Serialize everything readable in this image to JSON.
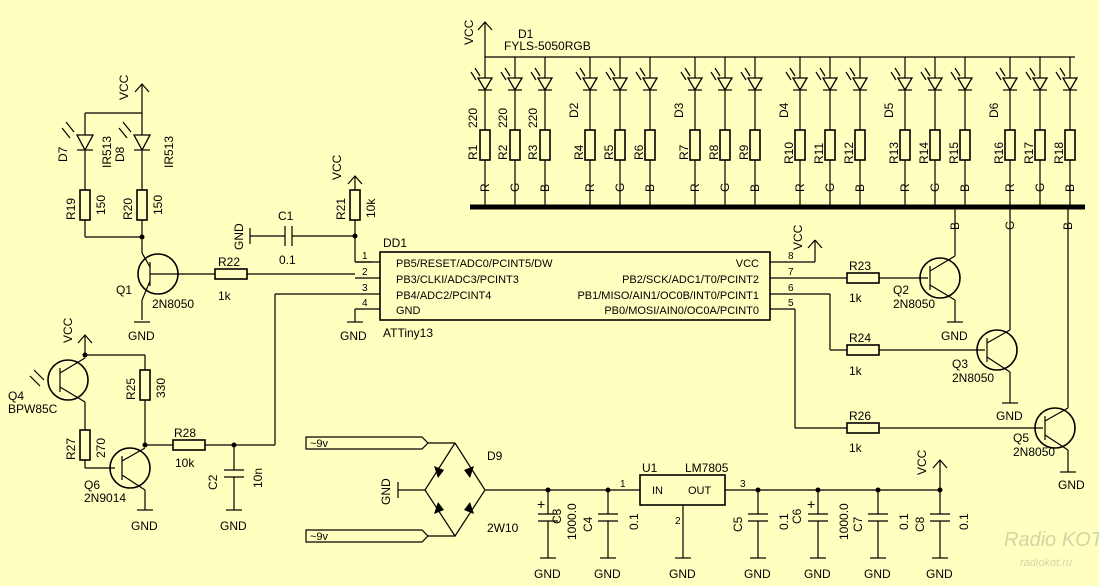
{
  "colors": {
    "background": "#FFFFC0",
    "ink": "#000000"
  },
  "power": {
    "vcc": "VCC",
    "gnd": "GND"
  },
  "ac": {
    "in1": "~9v",
    "in2": "~9v"
  },
  "rgb_group": {
    "ref": "D1",
    "part": "FYLS-5050RGB"
  },
  "diodes": {
    "d2": "D2",
    "d3": "D3",
    "d4": "D4",
    "d5": "D5",
    "d6": "D6"
  },
  "bus_letters": [
    "R",
    "G",
    "B",
    "R",
    "G",
    "B",
    "R",
    "G",
    "B",
    "R",
    "G",
    "B",
    "R",
    "G",
    "B",
    "R",
    "G",
    "B"
  ],
  "resistors": {
    "r1": {
      "ref": "R1",
      "value": "220"
    },
    "r2": {
      "ref": "R2",
      "value": "220"
    },
    "r3": {
      "ref": "R3",
      "value": "220"
    },
    "r4": {
      "ref": "R4"
    },
    "r5": {
      "ref": "R5"
    },
    "r6": {
      "ref": "R6"
    },
    "r7": {
      "ref": "R7"
    },
    "r8": {
      "ref": "R8"
    },
    "r9": {
      "ref": "R9"
    },
    "r10": {
      "ref": "R10"
    },
    "r11": {
      "ref": "R11"
    },
    "r12": {
      "ref": "R12"
    },
    "r13": {
      "ref": "R13"
    },
    "r14": {
      "ref": "R14"
    },
    "r15": {
      "ref": "R15"
    },
    "r16": {
      "ref": "R16"
    },
    "r17": {
      "ref": "R17"
    },
    "r18": {
      "ref": "R18"
    },
    "r19": {
      "ref": "R19",
      "value": "150"
    },
    "r20": {
      "ref": "R20",
      "value": "150"
    },
    "r21": {
      "ref": "R21",
      "value": "10k"
    },
    "r22": {
      "ref": "R22",
      "value": "1k"
    },
    "r23": {
      "ref": "R23",
      "value": "1k"
    },
    "r24": {
      "ref": "R24",
      "value": "1k"
    },
    "r25": {
      "ref": "R25",
      "value": "330"
    },
    "r26": {
      "ref": "R26",
      "value": "1k"
    },
    "r27": {
      "ref": "R27",
      "value": "270"
    },
    "r28": {
      "ref": "R28",
      "value": "10k"
    }
  },
  "ir_leds": {
    "d7": {
      "ref": "D7",
      "part": "IR513"
    },
    "d8": {
      "ref": "D8",
      "part": "IR513"
    }
  },
  "caps": {
    "c1": {
      "ref": "C1",
      "value": "0.1"
    },
    "c2": {
      "ref": "C2",
      "value": "10n"
    },
    "c3": {
      "ref": "C3",
      "value": "1000.0"
    },
    "c4": {
      "ref": "C4",
      "value": "0.1"
    },
    "c5": {
      "ref": "C5",
      "value": "0.1"
    },
    "c6": {
      "ref": "C6",
      "value": "1000.0"
    },
    "c7": {
      "ref": "C7",
      "value": "0.1"
    },
    "c8": {
      "ref": "C8",
      "value": "0.1"
    }
  },
  "transistors": {
    "q1": {
      "ref": "Q1",
      "part": "2N8050"
    },
    "q2": {
      "ref": "Q2",
      "part": "2N8050"
    },
    "q3": {
      "ref": "Q3",
      "part": "2N8050"
    },
    "q4": {
      "ref": "Q4",
      "part": "BPW85C"
    },
    "q5": {
      "ref": "Q5",
      "part": "2N8050"
    },
    "q6": {
      "ref": "Q6",
      "part": "2N9014"
    }
  },
  "mcu": {
    "ref": "DD1",
    "part": "ATTiny13",
    "pins_left": [
      "PB5/RESET/ADC0/PCINT5/DW",
      "PB3/CLKI/ADC3/PCINT3",
      "PB4/ADC2/PCINT4",
      "GND"
    ],
    "pins_right": [
      "VCC",
      "PB2/SCK/ADC1/T0/PCINT2",
      "PB1/MISO/AIN1/OC0B/INT0/PCINT1",
      "PB0/MOSI/AIN0/OC0A/PCINT0"
    ],
    "pin_numbers": [
      "1",
      "2",
      "3",
      "4",
      "8",
      "7",
      "6",
      "5"
    ]
  },
  "regulator": {
    "ref": "U1",
    "part": "LM7805",
    "in": "IN",
    "out": "OUT",
    "pin_in": "1",
    "pin_gnd": "2",
    "pin_out": "3"
  },
  "bridge": {
    "ref": "D9",
    "part": "2W10"
  },
  "watermark": {
    "line1": "Radio KOT",
    "line2": "radiokot.ru"
  }
}
